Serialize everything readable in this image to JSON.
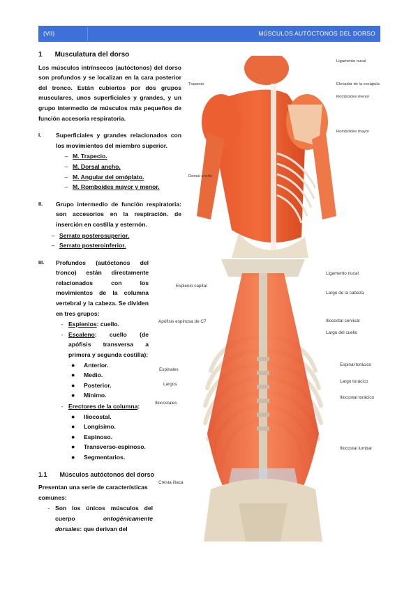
{
  "header": {
    "section": "(VII)",
    "title": "MÚSCULOS AUTÓCTONOS DEL DORSO",
    "color": "#3f6fd8"
  },
  "heading1": {
    "num": "1",
    "text": "Musculatura del dorso"
  },
  "intro": "Los músculos intrínsecos (autóctonos) del dorso son profundos y se localizan en la cara posterior del tronco. Están cubiertos por dos grupos musculares, unos superficiales y grandes, y un grupo intermedio de músculos más pequeños de función accesoria respiratoria.",
  "groups": [
    {
      "num": "I.",
      "text": "Superficiales y grandes relacionados con los movimientos del miembro superior.",
      "items": [
        "M. Trapecio.",
        "M. Dorsal ancho.",
        "M. Angular del omóplato.",
        "M. Romboides mayor y menor."
      ]
    },
    {
      "num": "II.",
      "text": "Grupo intermedio de función respiratoria: son accesorios en la respiración. de inserción en costilla y esternón.",
      "items": [
        "Serrato posterosuperior.",
        "Serrato posteroinferior."
      ]
    },
    {
      "num": "III.",
      "text": "Profundos (autóctonos del tronco) están directamente relacionados con los movimientos de la columna vertebral y la cabeza. Se dividen en tres grupos:",
      "sub": {
        "esplenios": {
          "name": "Esplenios",
          "desc": ": cuello."
        },
        "escaleno": {
          "name": "Escaleno",
          "desc": ": cuello (de apófisis transversa a primera y segunda costilla):",
          "items": [
            "Anterior.",
            "Medio.",
            "Posterior.",
            "Mínimo."
          ]
        },
        "erectores": {
          "name": "Erectores de la columna",
          "desc": ":",
          "items": [
            "Iliocostal.",
            "Longísimo.",
            "Espinoso.",
            "Transverso-espinoso.",
            "Segmentarios."
          ]
        }
      }
    }
  ],
  "heading2": {
    "num": "1.1",
    "text": "Músculos autóctonos del dorso"
  },
  "section11": {
    "intro": "Presentan una serie de características comunes:",
    "bullet_pre": "Son los únicos músculos del cuerpo ",
    "bullet_em": "ontogénicamente dorsales",
    "bullet_post": ": que derivan del"
  },
  "figure1": {
    "labels": {
      "trapecio": "Trapecio",
      "dorsal": "Dorsal ancho",
      "nucal": "Ligamento nucal",
      "elevador": "Elevador de la escápula",
      "romb_menor": "Romboides menor",
      "romb_mayor": "Romboides mayor"
    }
  },
  "figure2": {
    "labels": {
      "esplenio": "Esplenio capital",
      "apofisis": "Apófisis espinosa de C7",
      "espinales": "Espinales",
      "largos": "Largos",
      "iliocostales": "Iliocostales",
      "cresta": "Cresta ilíaca",
      "nucal": "Ligamento nucal",
      "largo_cabeza": "Largo de la cabeza",
      "ilio_cervical": "Iliocostal cervical",
      "largo_cuello": "Largo del cuello",
      "espinal_toracico": "Espinal torácico",
      "largo_toracico": "Largo torácico",
      "ilio_toracico": "Iliocostal torácico",
      "ilio_lumbar": "Iliocostal lumbar"
    }
  }
}
